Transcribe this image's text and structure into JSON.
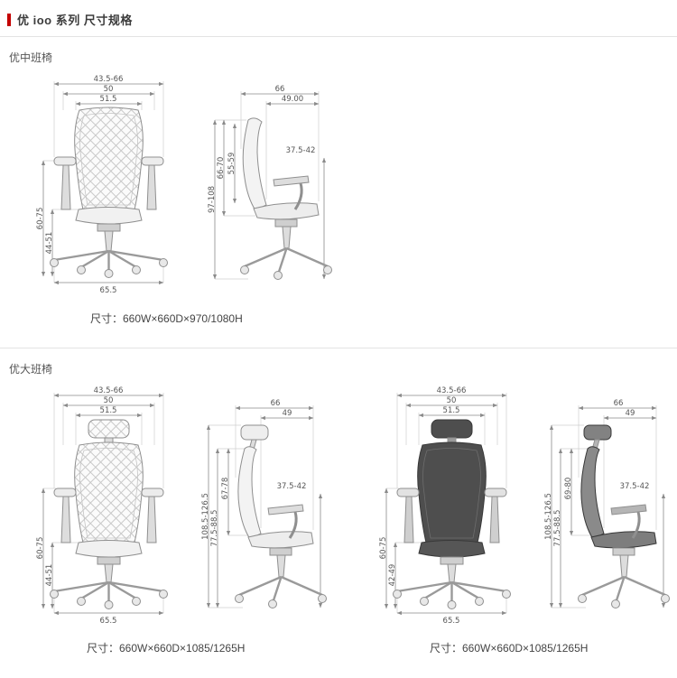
{
  "header": {
    "title": "优 ioo 系列 尺寸规格"
  },
  "section1": {
    "title": "优中班椅",
    "caption": "尺寸：660W×660D×970/1080H",
    "back": {
      "w1": "43.5-66",
      "w2": "50",
      "w3": "51.5",
      "h1": "60-75",
      "h2": "44-51",
      "base": "65.5"
    },
    "side": {
      "d1": "66",
      "d2": "49.00",
      "h1": "97-108",
      "h2": "66-70",
      "h3": "55-59",
      "seat": "37.5-42"
    }
  },
  "section2": {
    "title": "优大班椅",
    "fig1": {
      "caption": "尺寸：660W×660D×1085/1265H",
      "back": {
        "w1": "43.5-66",
        "w2": "50",
        "w3": "51.5",
        "h1": "60-75",
        "h2": "44-51",
        "base": "65.5"
      },
      "side": {
        "d1": "66",
        "d2": "49",
        "h1": "108.5-126.5",
        "h2": "77.5-88.5",
        "h3": "67-78",
        "seat": "37.5-42"
      }
    },
    "fig2": {
      "caption": "尺寸：660W×660D×1085/1265H",
      "back": {
        "w1": "43.5-66",
        "w2": "50",
        "w3": "51.5",
        "h1": "60-75",
        "h2": "42-49",
        "base": "65.5"
      },
      "side": {
        "d1": "66",
        "d2": "49",
        "h1": "108.5-126.5",
        "h2": "77.5-88.5",
        "h3": "69-80",
        "seat": "37.5-42"
      }
    }
  }
}
